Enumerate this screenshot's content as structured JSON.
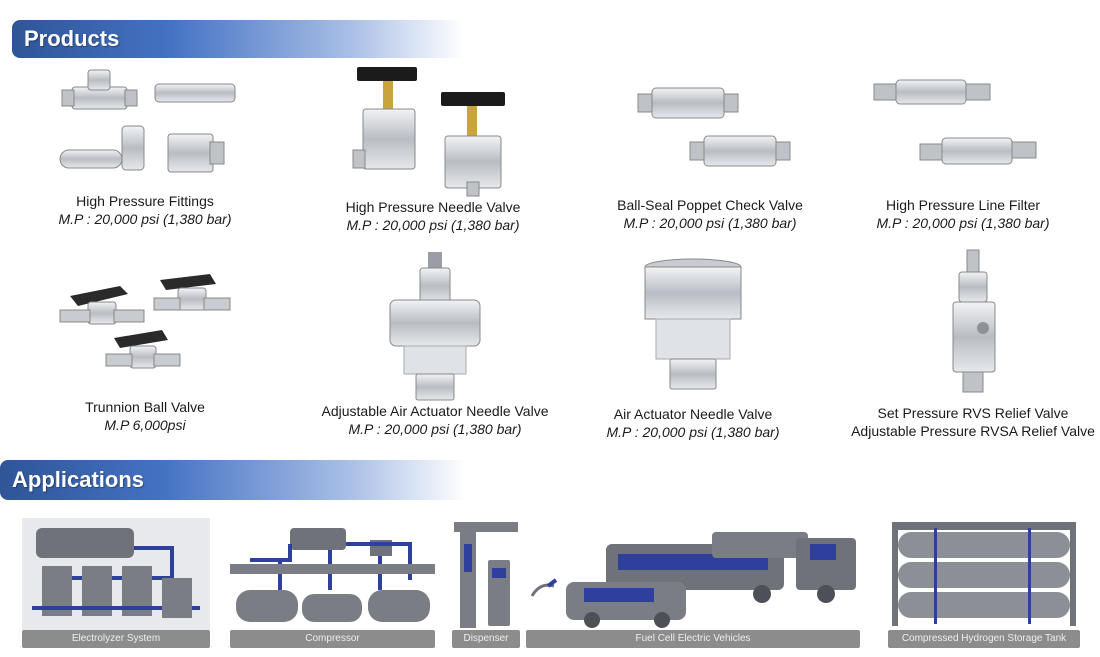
{
  "sections": {
    "products_title": "Products",
    "applications_title": "Applications"
  },
  "products": [
    {
      "name": "High Pressure Fittings",
      "spec": "M.P : 20,000 psi (1,380 bar)"
    },
    {
      "name": "High Pressure Needle Valve",
      "spec": "M.P : 20,000 psi (1,380 bar)"
    },
    {
      "name": "Ball-Seal Poppet Check Valve",
      "spec": "M.P : 20,000 psi (1,380 bar)"
    },
    {
      "name": "High Pressure Line Filter",
      "spec": "M.P : 20,000 psi (1,380 bar)"
    },
    {
      "name": "Trunnion Ball Valve",
      "spec": "M.P 6,000psi"
    },
    {
      "name": "Adjustable Air Actuator Needle Valve",
      "spec": "M.P : 20,000 psi (1,380 bar)"
    },
    {
      "name": "Air Actuator Needle Valve",
      "spec": "M.P : 20,000 psi (1,380 bar)"
    },
    {
      "name": "Set Pressure RVS Relief Valve",
      "spec": "Adjustable Pressure RVSA Relief Valve"
    }
  ],
  "applications": [
    {
      "label": "Electrolyzer System"
    },
    {
      "label": "Compressor"
    },
    {
      "label": "Dispenser"
    },
    {
      "label": "Fuel Cell Electric Vehicles"
    },
    {
      "label": "Compressed Hydrogen Storage Tank"
    }
  ],
  "colors": {
    "header_blue": "#2f5597",
    "steel": "#c8cbd0",
    "pipe_blue": "#2e3f9e",
    "label_gray": "#8c8c8c"
  }
}
